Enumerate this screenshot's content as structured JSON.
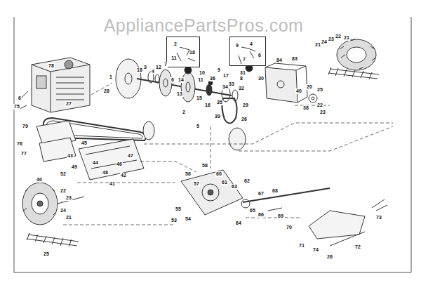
{
  "diagram": {
    "nodes": [
      {
        "text": [
          "2",
          "11",
          "18"
        ]
      },
      {
        "text": [
          "9",
          "4",
          "6",
          "7"
        ]
      }
    ],
    "labels": [
      "AppliancePartsPros.com",
      "78",
      "6",
      "75",
      "79",
      "76",
      "77",
      "27",
      "1",
      "28",
      "18",
      "3",
      "4",
      "12",
      "7",
      "6",
      "14",
      "36",
      "35",
      "34",
      "33",
      "32",
      "29",
      "31",
      "30",
      "84",
      "83",
      "21",
      "24",
      "23",
      "22",
      "21",
      "40",
      "20",
      "22",
      "23",
      "38",
      "25",
      "39",
      "26",
      "5",
      "2",
      "45",
      "44",
      "48",
      "46",
      "47",
      "49",
      "43",
      "52",
      "42",
      "41",
      "40",
      "22",
      "23",
      "24",
      "21",
      "25",
      "56",
      "57",
      "58",
      "60",
      "61",
      "63",
      "62",
      "55",
      "54",
      "53",
      "64",
      "65",
      "67",
      "68",
      "66",
      "69",
      "70",
      "71",
      "73",
      "74",
      "72",
      "26",
      "8",
      "16",
      "9",
      "11",
      "10",
      "13",
      "15",
      "17"
    ]
  }
}
